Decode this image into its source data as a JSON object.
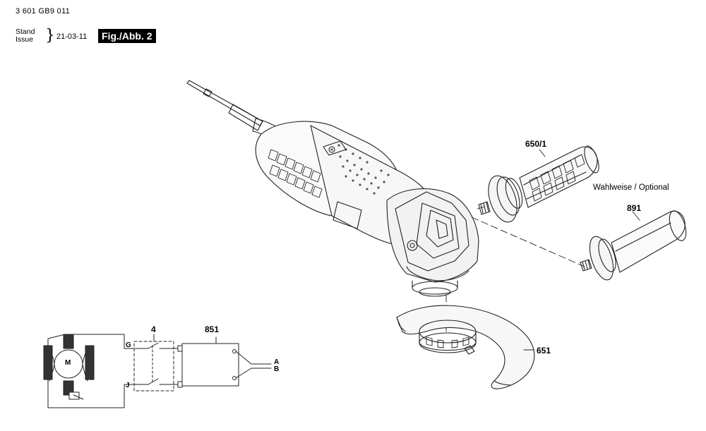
{
  "header": {
    "doc_number": "3 601 GB9 011",
    "stand_label": "Stand",
    "issue_label": "Issue",
    "brace": "}",
    "date": "21-03-11",
    "figure_label": "Fig./Abb. 2"
  },
  "callouts": {
    "handle_optional_id": "650/1",
    "optional_note": "Wahlweise / Optional",
    "side_handle_id": "891",
    "guard_id": "651",
    "switch_id": "4",
    "suppressor_id": "851"
  },
  "circuit": {
    "motor_label": "M",
    "terminal_g": "G",
    "terminal_j": "J",
    "terminal_a": "A",
    "terminal_b": "B"
  }
}
